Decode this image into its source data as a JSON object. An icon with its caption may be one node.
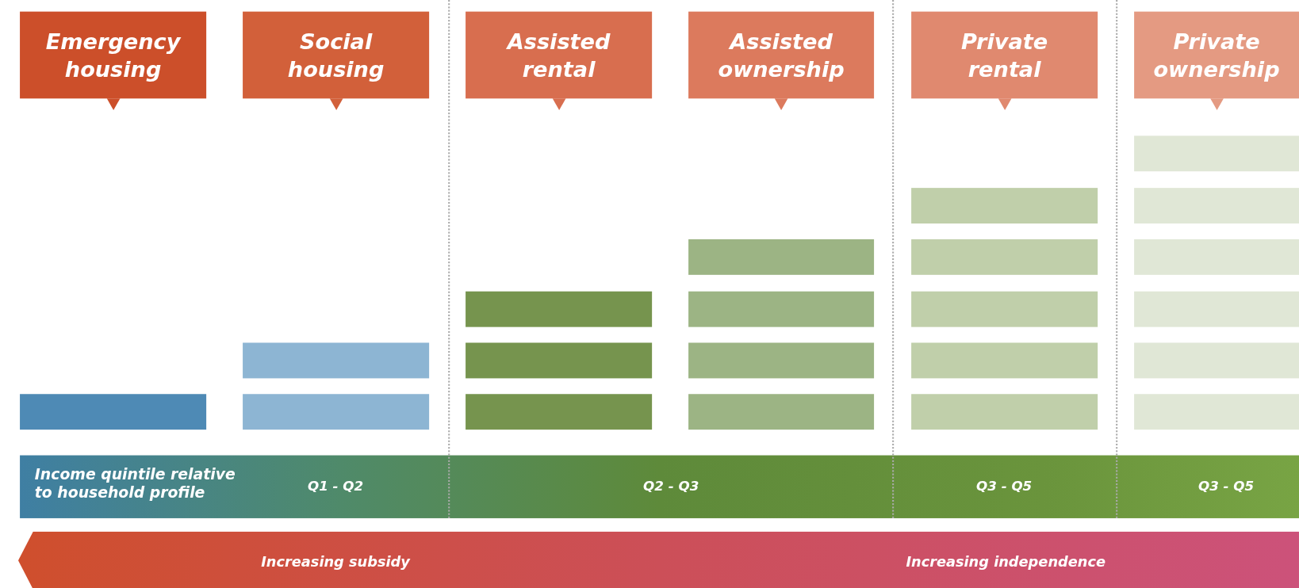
{
  "diagram": {
    "nodes": [
      {
        "text": [
          "Emergency housing"
        ]
      },
      {
        "text": [
          "Social housing"
        ]
      },
      {
        "text": [
          "Assisted rental"
        ]
      },
      {
        "text": [
          "Assisted ownership"
        ]
      },
      {
        "text": [
          "Private rental"
        ]
      },
      {
        "text": [
          "Private ownership"
        ]
      },
      {
        "text": [],
        "shape": "bar"
      },
      {
        "text": [],
        "shape": "bar"
      },
      {
        "text": [],
        "shape": "bar"
      },
      {
        "text": [],
        "shape": "bar"
      },
      {
        "text": [],
        "shape": "bar"
      },
      {
        "text": [],
        "shape": "bar"
      },
      {
        "text": [],
        "shape": "bar"
      },
      {
        "text": [],
        "shape": "bar"
      },
      {
        "text": [],
        "shape": "bar"
      },
      {
        "text": [],
        "shape": "bar"
      },
      {
        "text": [],
        "shape": "bar"
      },
      {
        "text": [],
        "shape": "bar"
      },
      {
        "text": [],
        "shape": "bar"
      },
      {
        "text": [],
        "shape": "bar"
      },
      {
        "text": [],
        "shape": "bar"
      },
      {
        "text": [],
        "shape": "bar"
      },
      {
        "text": [],
        "shape": "bar"
      },
      {
        "text": [],
        "shape": "bar"
      },
      {
        "text": [],
        "shape": "bar"
      },
      {
        "text": [],
        "shape": "bar"
      },
      {
        "text": [],
        "shape": "bar"
      }
    ],
    "labels": [
      "Income quintile relative to household profile",
      "Q1 - Q2",
      "Q2 - Q3",
      "Q3 - Q5",
      "Q3 - Q5",
      "Increasing subsidy",
      "Increasing independence"
    ]
  }
}
